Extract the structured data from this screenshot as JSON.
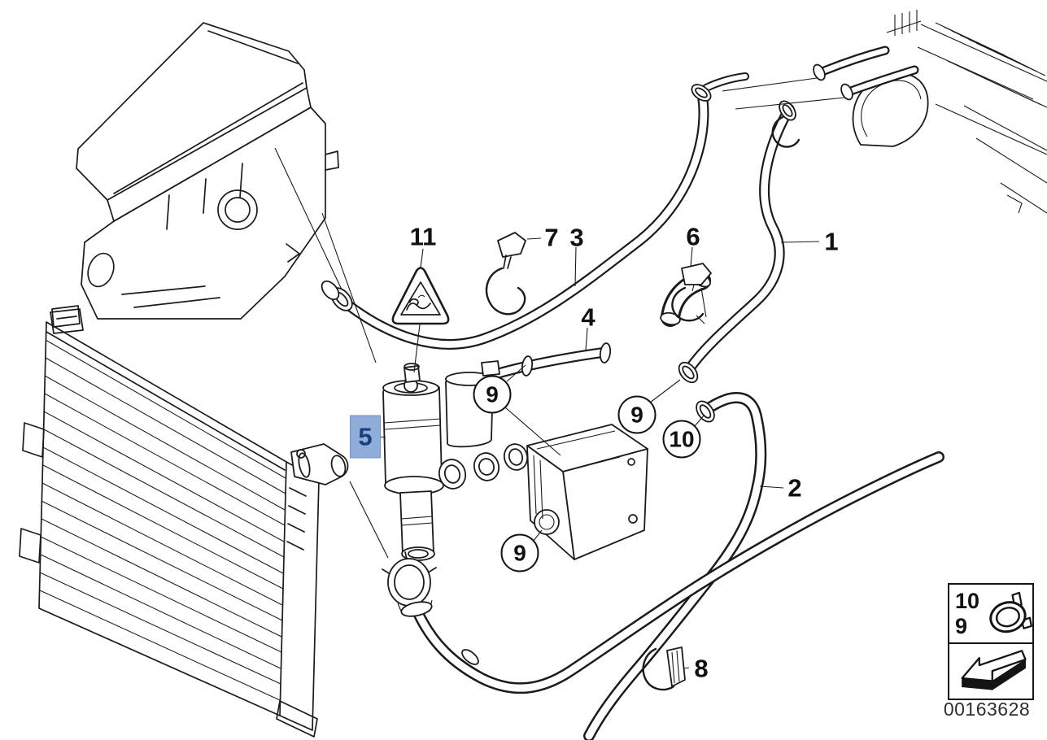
{
  "diagram": {
    "description": "Cooling system water hoses parts diagram",
    "part_number": "00163628",
    "callouts": {
      "c11": {
        "label": "11"
      },
      "c7": {
        "label": "7"
      },
      "c3": {
        "label": "3"
      },
      "c6": {
        "label": "6"
      },
      "c1": {
        "label": "1"
      },
      "c4": {
        "label": "4"
      },
      "c5": {
        "label": "5"
      },
      "c9a": {
        "label": "9"
      },
      "c9b": {
        "label": "9"
      },
      "c10": {
        "label": "10"
      },
      "c9c": {
        "label": "9"
      },
      "c2": {
        "label": "2"
      },
      "c8": {
        "label": "8"
      }
    },
    "legend": {
      "row1": "10",
      "row2": "9",
      "icon": "hose-clamp-icon"
    },
    "icons": {
      "warning": "scald-warning-triangle-icon",
      "arrow": "view-direction-arrow-icon"
    },
    "colors": {
      "highlight_bg": "#8fadd8",
      "highlight_border": "#6f93c8",
      "highlight_text": "#16407e",
      "line": "#1b1b1b"
    }
  }
}
